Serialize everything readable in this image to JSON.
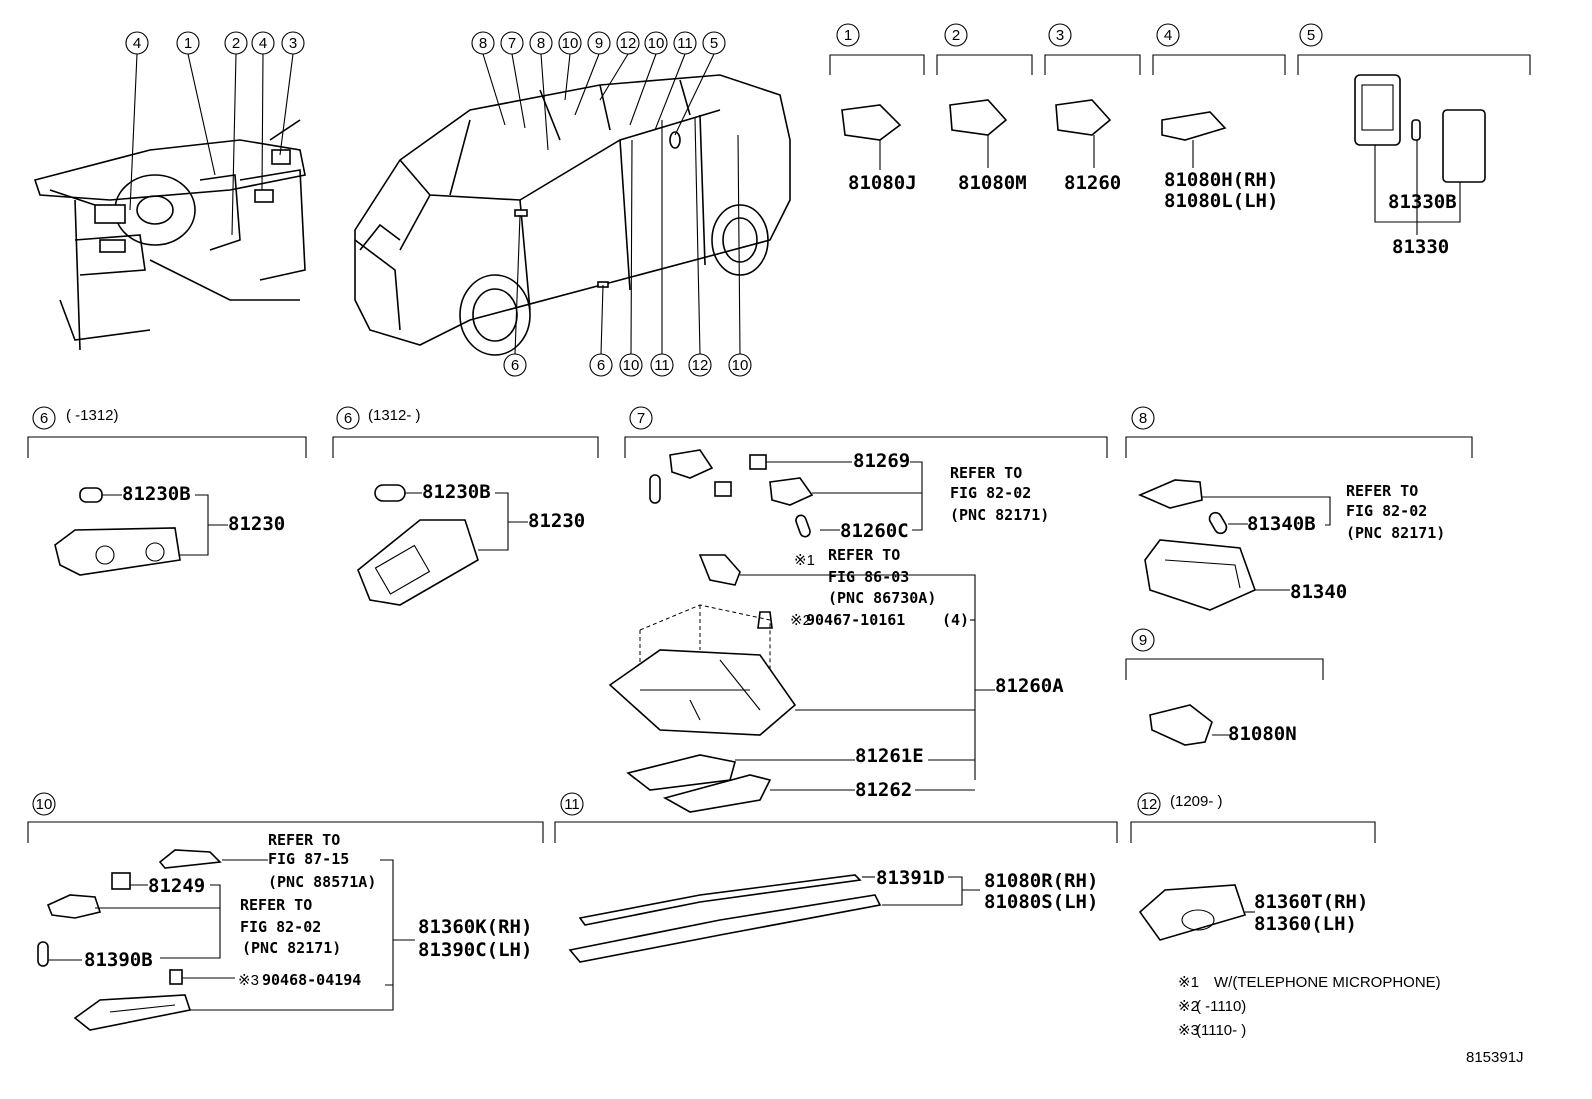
{
  "diagram": {
    "overview_callouts_dash": [
      "4",
      "1",
      "2",
      "4",
      "3"
    ],
    "overview_callouts_car_top": [
      "8",
      "7",
      "8",
      "10",
      "9",
      "12",
      "10",
      "11",
      "5"
    ],
    "overview_callouts_car_bottom_left": [
      "6"
    ],
    "overview_callouts_car_bottom": [
      "6",
      "10",
      "11",
      "12",
      "10"
    ],
    "groups": {
      "g1": {
        "num": "1",
        "parts": [
          "81080J"
        ]
      },
      "g2": {
        "num": "2",
        "parts": [
          "81080M"
        ]
      },
      "g3": {
        "num": "3",
        "parts": [
          "81260"
        ]
      },
      "g4": {
        "num": "4",
        "parts": [
          "81080H(RH)",
          "81080L(LH)"
        ]
      },
      "g5": {
        "num": "5",
        "parts": [
          "81330B",
          "81330"
        ]
      },
      "g6a": {
        "num": "6",
        "range": "(     -1312)",
        "parts": [
          "81230B",
          "81230"
        ]
      },
      "g6b": {
        "num": "6",
        "range": "(1312-     )",
        "parts": [
          "81230B",
          "81230"
        ]
      },
      "g7": {
        "num": "7",
        "parts": [
          "81269",
          "81260C",
          "90467-10161",
          "(4)",
          "81260A",
          "81261E",
          "81262"
        ],
        "refer1": [
          "REFER TO",
          "FIG 82-02",
          "(PNC 82171)"
        ],
        "refer2": [
          "REFER TO",
          "FIG 86-03",
          "(PNC 86730A)"
        ],
        "mark1": "※1",
        "mark2": "※2"
      },
      "g8": {
        "num": "8",
        "parts": [
          "81340B",
          "81340"
        ],
        "refer": [
          "REFER TO",
          "FIG 82-02",
          "(PNC 82171)"
        ]
      },
      "g9": {
        "num": "9",
        "parts": [
          "81080N"
        ]
      },
      "g10": {
        "num": "10",
        "parts": [
          "81249",
          "81390B",
          "90468-04194",
          "81360K(RH)",
          "81390C(LH)"
        ],
        "refer1": [
          "REFER TO",
          "FIG 87-15",
          "(PNC 88571A)"
        ],
        "refer2": [
          "REFER TO",
          "FIG 82-02",
          "(PNC 82171)"
        ],
        "mark3": "※3"
      },
      "g11": {
        "num": "11",
        "parts": [
          "81391D",
          "81080R(RH)",
          "81080S(LH)"
        ]
      },
      "g12": {
        "num": "12",
        "range": "(1209-     )",
        "parts": [
          "81360T(RH)",
          "81360(LH)"
        ]
      }
    },
    "footnotes": [
      {
        "mark": "※1",
        "text": "W/(TELEPHONE MICROPHONE)"
      },
      {
        "mark": "※2",
        "text": "(     -1110)"
      },
      {
        "mark": "※3",
        "text": "(1110-     )"
      }
    ],
    "figure_code": "815391J"
  }
}
